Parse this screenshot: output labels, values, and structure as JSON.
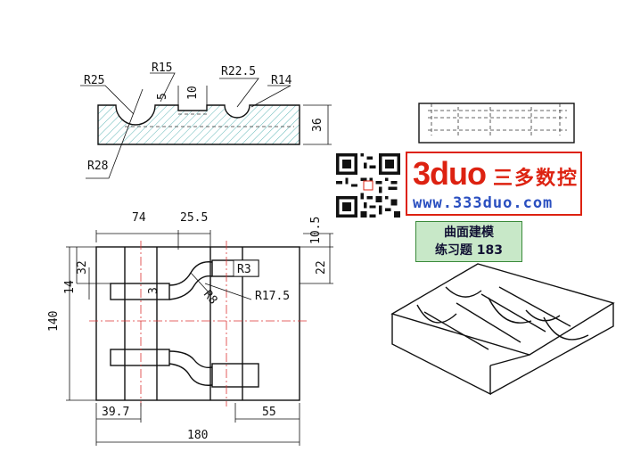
{
  "top_view": {
    "dims": {
      "r15": "R15",
      "r25": "R25",
      "r22_5": "R22.5",
      "r14": "R14",
      "d5": "5",
      "d10": "10",
      "d36": "36",
      "r28": "R28"
    }
  },
  "front_view": {
    "dims": {
      "d74": "74",
      "d25_5": "25.5",
      "d10_5": "10.5",
      "d32": "32",
      "d14": "14",
      "d22": "22",
      "r3": "R3",
      "d3": "3",
      "r8": "R8",
      "r17_5": "R17.5",
      "d140": "140",
      "d39_7": "39.7",
      "d55": "55",
      "d180": "180"
    }
  },
  "brand": {
    "logo_text": "3duo",
    "name_cn": "三多数控",
    "url": "www.333duo.com",
    "colors": {
      "red": "#d21",
      "blue": "#2a4fc0"
    }
  },
  "exercise": {
    "line1": "曲面建模",
    "line2": "练习题 183",
    "bg_color": "#c8e8c8"
  }
}
